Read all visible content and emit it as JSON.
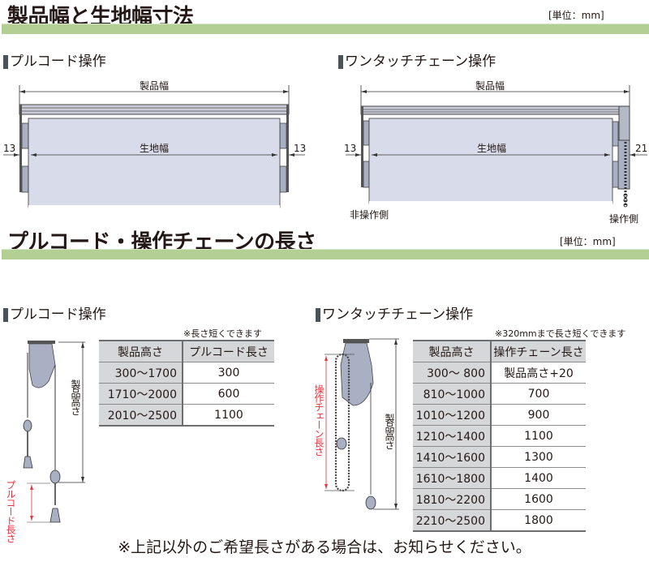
{
  "section1": {
    "title": "製品幅と生地幅寸法",
    "unit": "[単位：mm]",
    "pullcord": {
      "subtitle": "プルコード操作",
      "product_width_label": "製品幅",
      "fabric_width_label": "生地幅",
      "left_margin": "13",
      "right_margin": "13"
    },
    "chain": {
      "subtitle": "ワンタッチチェーン操作",
      "product_width_label": "製品幅",
      "fabric_width_label": "生地幅",
      "left_margin": "13",
      "right_margin": "21",
      "non_operation_side": "非操作側",
      "operation_side": "操作側"
    }
  },
  "section2": {
    "title": "プルコード・操作チェーンの長さ",
    "unit": "[単位：mm]",
    "pullcord": {
      "subtitle": "プルコード操作",
      "note": "※長さ短くできます",
      "product_height_label": "製品高さ",
      "cord_length_label": "プルコード長さ",
      "table": {
        "headers": [
          "製品高さ",
          "プルコード長さ"
        ],
        "rows": [
          [
            "300～1700",
            "300"
          ],
          [
            "1710～2000",
            "600"
          ],
          [
            "2010～2500",
            "1100"
          ]
        ]
      }
    },
    "chain": {
      "subtitle": "ワンタッチチェーン操作",
      "note": "※320mmまで長さ短くできます",
      "product_height_label": "製品高さ",
      "chain_length_label": "操作チェーン長さ",
      "table": {
        "headers": [
          "製品高さ",
          "操作チェーン長さ"
        ],
        "rows": [
          [
            "300～  800",
            "製品高さ+20"
          ],
          [
            "810～1000",
            "700"
          ],
          [
            "1010～1200",
            "900"
          ],
          [
            "1210～1400",
            "1100"
          ],
          [
            "1410～1600",
            "1300"
          ],
          [
            "1610～1800",
            "1400"
          ],
          [
            "1810～2200",
            "1600"
          ],
          [
            "2210～2500",
            "1800"
          ]
        ]
      }
    }
  },
  "footer_note": "※上記以外のご希望長さがある場合は、お知らせください。",
  "colors": {
    "band": "#b3cf94",
    "fabric": "#d8dcea",
    "table_gray": "#d6d7d9",
    "dimension_red": "#e8323c"
  }
}
